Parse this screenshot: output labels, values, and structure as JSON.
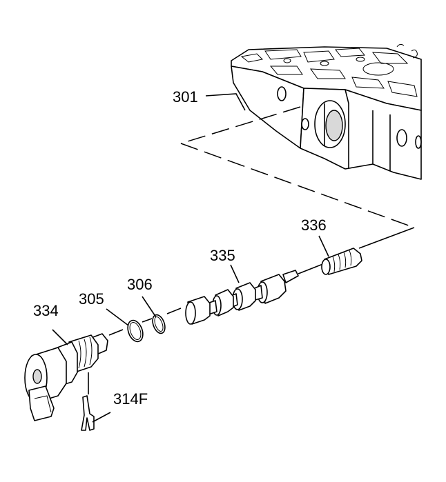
{
  "labels": {
    "valve_body": "301",
    "solenoid": "334",
    "o_ring_outer": "305",
    "o_ring_inner": "306",
    "retainer_clip": "314F",
    "valve": "335",
    "spring": "336"
  }
}
